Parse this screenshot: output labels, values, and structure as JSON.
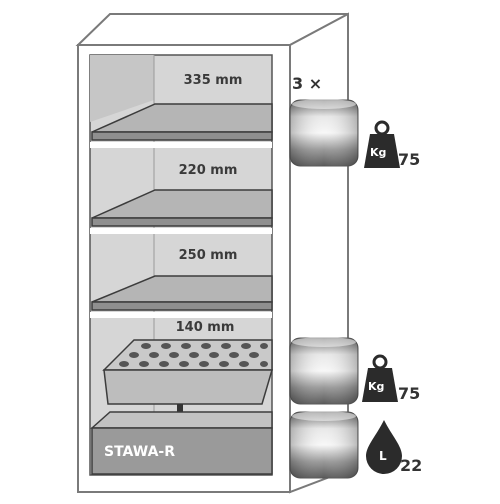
{
  "shelf_heights": [
    "335 mm",
    "220 mm",
    "250 mm",
    "140 mm"
  ],
  "shelf_multiplier": "3 ×",
  "load_label_shelf": "75",
  "load_label_bottom": "75",
  "volume_label": "22",
  "weight_glyph": "Kg",
  "volume_glyph": "L",
  "sump_label": "STAWA-R",
  "colors": {
    "cabinet_outline": "#7a7a7a",
    "interior": "#d9d9d9",
    "shelf": "#b3b3b3",
    "shelf_edge": "#3c3c3c",
    "icon_dark": "#2b2b2b"
  },
  "icons": [
    "shelf-pictogram",
    "weight-icon",
    "drop-volume-icon",
    "down-arrow-icon"
  ]
}
